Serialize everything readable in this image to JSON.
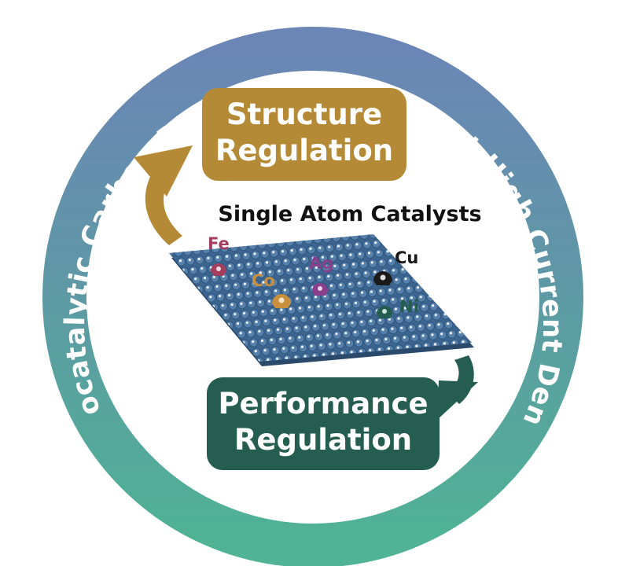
{
  "ring": {
    "title": "Electrocatalytic Carbon Dioxide Reduction at High Current Densities",
    "color_top": "#6b86b6",
    "color_bottom": "#4fb394"
  },
  "boxes": {
    "structure": {
      "line1": "Structure",
      "line2": "Regulation",
      "color": "#b58a36"
    },
    "performance": {
      "line1": "Performance",
      "line2": "Regulation",
      "color": "#255e50"
    }
  },
  "catalyst": {
    "title": "Single Atom Catalysts",
    "sheet_color": "#3c6691",
    "elements": [
      {
        "symbol": "Fe",
        "color": "#a43e5f"
      },
      {
        "symbol": "Co",
        "color": "#c8903e"
      },
      {
        "symbol": "Ag",
        "color": "#8b3e8b"
      },
      {
        "symbol": "Cu",
        "color": "#1a1a1a"
      },
      {
        "symbol": "Ni",
        "color": "#255e50"
      }
    ]
  },
  "arrows": {
    "up_color": "#b58a36",
    "down_color": "#255e50"
  }
}
